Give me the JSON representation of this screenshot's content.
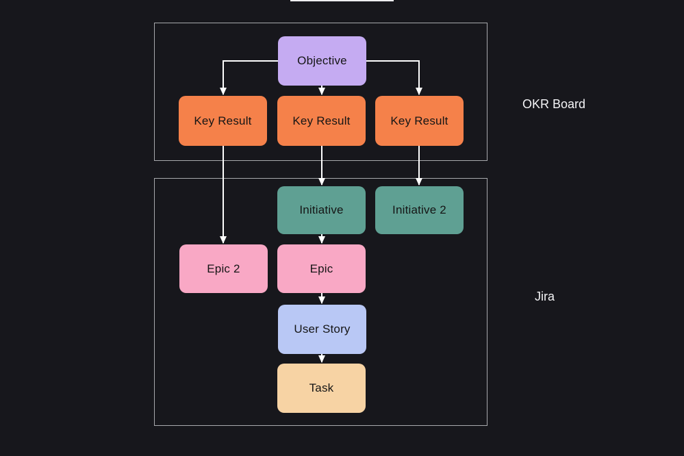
{
  "canvas": {
    "background_color": "#17171c",
    "frame_border_color": "#a9aaae",
    "arrow_color": "#ffffff",
    "node_text_color": "#151515"
  },
  "frames": [
    {
      "id": "okr-board",
      "label": "OKR Board"
    },
    {
      "id": "jira",
      "label": "Jira"
    }
  ],
  "nodes": [
    {
      "id": "objective",
      "label": "Objective",
      "color": "#c5abf2"
    },
    {
      "id": "key-result-1",
      "label": "Key Result",
      "color": "#f5814a"
    },
    {
      "id": "key-result-2",
      "label": "Key Result",
      "color": "#f5814a"
    },
    {
      "id": "key-result-3",
      "label": "Key Result",
      "color": "#f5814a"
    },
    {
      "id": "initiative",
      "label": "Initiative",
      "color": "#5fa093"
    },
    {
      "id": "initiative-2",
      "label": "Initiative 2",
      "color": "#5fa093"
    },
    {
      "id": "epic-2",
      "label": "Epic 2",
      "color": "#f9a8c5"
    },
    {
      "id": "epic",
      "label": "Epic",
      "color": "#f9a8c5"
    },
    {
      "id": "user-story",
      "label": "User Story",
      "color": "#b9c8f5"
    },
    {
      "id": "task",
      "label": "Task",
      "color": "#f7d3a4"
    }
  ],
  "edges": [
    {
      "from": "objective",
      "to": "key-result-1"
    },
    {
      "from": "objective",
      "to": "key-result-2"
    },
    {
      "from": "objective",
      "to": "key-result-3"
    },
    {
      "from": "key-result-1",
      "to": "epic-2"
    },
    {
      "from": "key-result-2",
      "to": "initiative"
    },
    {
      "from": "key-result-3",
      "to": "initiative-2"
    },
    {
      "from": "initiative",
      "to": "epic"
    },
    {
      "from": "epic",
      "to": "user-story"
    },
    {
      "from": "user-story",
      "to": "task"
    }
  ]
}
